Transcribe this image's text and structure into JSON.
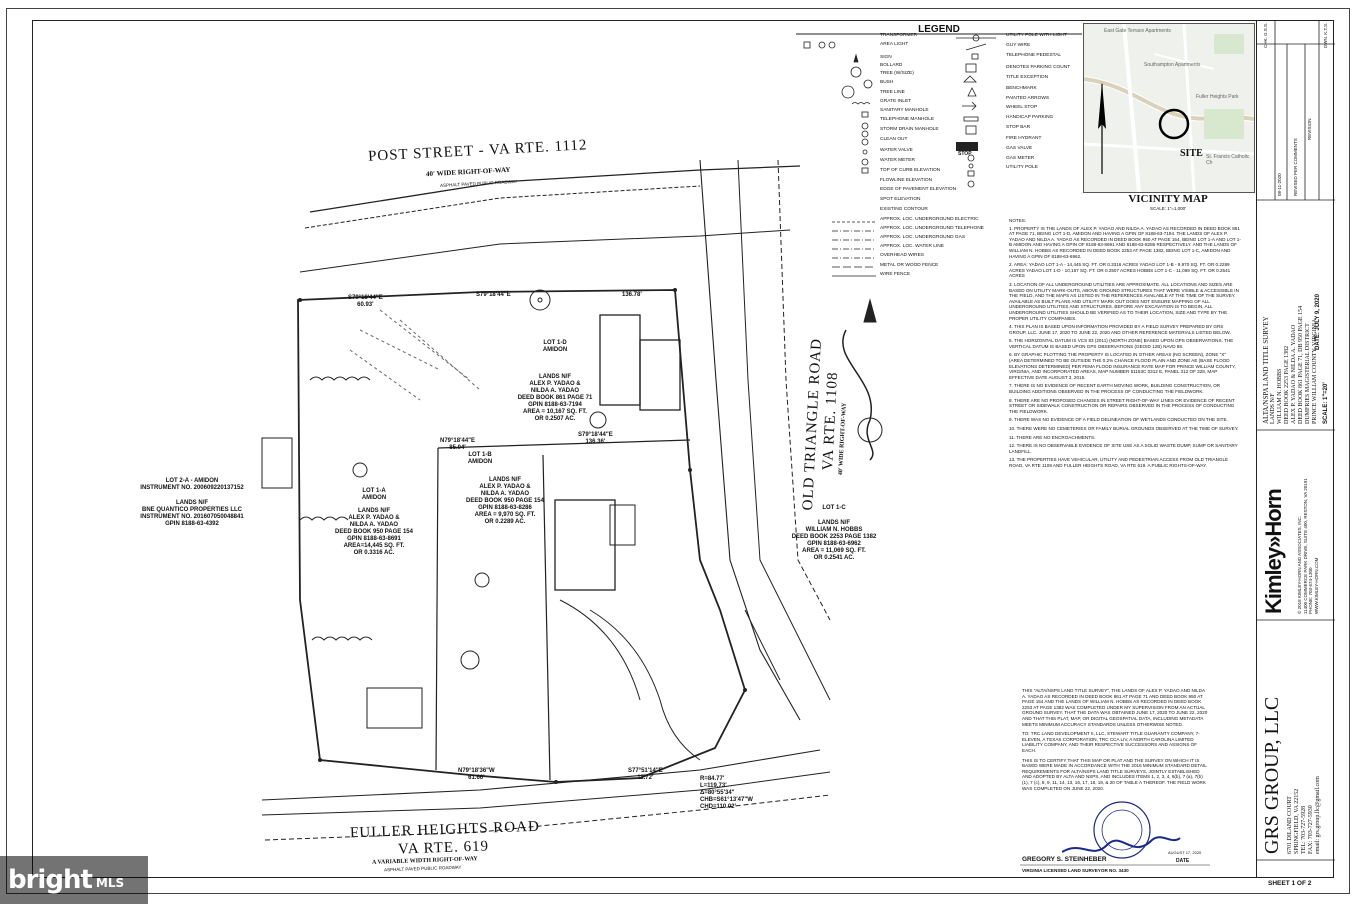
{
  "legend": {
    "title": "LEGEND",
    "left_items": [
      "TRANSFORMER",
      "AREA LIGHT",
      "SIGN",
      "BOLLARD",
      "TREE (W/SIZE)",
      "BUSH",
      "TREE LINE",
      "GRATE INLET",
      "SANITARY MANHOLE",
      "TELEPHONE MANHOLE",
      "STORM DRAIN MANHOLE",
      "CLEAN OUT",
      "WATER VALVE",
      "WATER METER",
      "TOP OF CURB ELEVATION",
      "FLOWLINE ELEVATION",
      "EDGE OF PAVEMENT ELEVATION",
      "SPOT ELEVATION",
      "EXISTING CONTOUR",
      "APPROX. LOC. UNDERGROUND ELECTRIC",
      "APPROX. LOC. UNDERGROUND TELEPHONE",
      "APPROX. LOC. UNDERGROUND GAS",
      "APPROX. LOC. WATER LINE",
      "OVERHEAD WIRES",
      "METAL OR WOOD FENCE",
      "WIRE FENCE"
    ],
    "right_items": [
      "UTILITY POLE WITH LIGHT",
      "GUY WIRE",
      "TELEPHONE PEDESTAL",
      "DENOTES PARKING COUNT",
      "TITLE EXCEPTION",
      "BENCHMARK",
      "PAINTED ARROWS",
      "WHEEL STOP",
      "HANDICAP PARKING",
      "STOP BAR",
      "FIRE HYDRANT",
      "GAS VALVE",
      "GAS METER",
      "UTILITY POLE"
    ],
    "stop_label": "STOP"
  },
  "vicinity": {
    "title": "VICINITY MAP",
    "scale": "SCALE: 1\"=1,000'",
    "site": "SITE",
    "places": [
      "East Gate Terrace Apartments",
      "Southampton Apartments",
      "Fuller Heights Park",
      "St. Francis Catholic Ch"
    ]
  },
  "streets": {
    "post_street": "POST STREET - VA RTE. 1112",
    "post_row": "40' WIDE RIGHT-OF-WAY",
    "post_paved": "ASPHALT PAVED PUBLIC ROADWAY",
    "old_triangle_1": "OLD TRIANGLE ROAD",
    "old_triangle_2": "VA RTE. 1108",
    "old_triangle_row": "40' WIDE RIGHT-OF-WAY",
    "fuller_1": "FULLER HEIGHTS ROAD",
    "fuller_2": "VA RTE. 619",
    "fuller_row": "A VARIABLE WIDTH RIGHT-OF-WAY",
    "fuller_paved": "ASPHALT PAVED PUBLIC ROADWAY"
  },
  "parcels": {
    "lot1d": [
      "LOT 1-D",
      "AMIDON",
      "LANDS N/F",
      "ALEX P. YADAO &",
      "NILDA A. YADAO",
      "DEED BOOK 861 PAGE 71",
      "GPIN 8188-63-7194",
      "AREA = 10,167 SQ. FT.",
      "OR 0.2507 AC."
    ],
    "lot1b": [
      "LOT 1-B",
      "AMIDON"
    ],
    "lot1a": [
      "LOT 1-A",
      "AMIDON",
      "LANDS N/F",
      "ALEX P. YADAO &",
      "NILDA A. YADAO",
      "DEED BOOK 950 PAGE 154",
      "GPIN 8188-63-8691",
      "AREA=14,445 SQ. FT.",
      "OR 0.3316 AC."
    ],
    "lot1b_area": [
      "LANDS N/F",
      "ALEX P. YADAO &",
      "NILDA A. YADAO",
      "DEED BOOK 950 PAGE 154",
      "GPIN 8188-63-8286",
      "AREA = 9,970 SQ. FT.",
      "OR 0.2289 AC."
    ],
    "lot1c": [
      "LOT 1-C",
      "LANDS N/F",
      "WILLIAM N. HOBBS",
      "DEED BOOK 2253 PAGE 1382",
      "GPIN 8188-63-6962",
      "AREA = 11,069 SQ. FT.",
      "OR 0.2541 AC."
    ],
    "lot2a": [
      "LOT 2-A - AMIDON",
      "INSTRUMENT NO. 200609220137152",
      "LANDS N/F",
      "BNE QUANTICO PROPERTIES LLC",
      "INSTRUMENT NO. 201607050048841",
      "GPIN 8188-63-4392"
    ]
  },
  "bearings": {
    "b1": "S79°18'44\"E",
    "b1d": "60.93'",
    "b2": "S79°18'44\"E",
    "b2d": "136.78'",
    "b3": "S79°18'44\"E",
    "b3d": "136.36'",
    "b4": "N79°18'44\"E",
    "b4d": "85.04'",
    "b5": "N79°18'36\"W",
    "b5d": "61.66'",
    "b6": "S77°51'14\"E",
    "b6d": "11.72'",
    "curve": [
      "R=84.77'",
      "L=119.73'",
      "Δ=80°55'34\"",
      "CHB=S61°13'47\"W",
      "CHD=110.02'"
    ]
  },
  "notes": {
    "header": "NOTES:",
    "items": [
      "1.  PROPERTY IS THE LANDS OF ALEX P. YADAO AND NILDA A. YADAO AS RECORDED IN DEED BOOK 861 AT PAGE 71, BEING LOT 1-D, AMIDON AND HAVING A GPIN OF 8188-63-7194. THE LANDS OF ALEX P. YADAO AND NILDA A. YADAO AS RECORDED IN DEED BOOK 950 AT PAGE 154, BEING LOT 1-A AND LOT 1-B AMIDON AND HAVING A GPIN OF 8188-63-8691 AND 8188-63-8286 RESPECTIVELY. AND THE LANDS OF WILLIAM N. HOBBS AS RECORDED IN DEED BOOK 2253 AT PAGE 1382, BEING LOT 1-C, AMIDON AND HAVING A GPIN OF 8188-63-6962.",
      "2.  AREA: YADAO LOT 1-A - 14,445 SQ. FT. OR 0.3316 ACRES   YADAO LOT 1-B - 9,970 SQ. FT. OR 0.2289 ACRES   YADAO LOT 1-D - 10,167 SQ. FT. OR 0.2507 ACRES   HOBBS LOT 1-C - 11,069 SQ. FT. OR 0.2541 ACRES",
      "3.  LOCATION OF ALL UNDERGROUND UTILITIES ARE APPROXIMATE. ALL LOCATIONS AND SIZES ARE BASED ON UTILITY MARK-OUTS, ABOVE GROUND STRUCTURES THAT WERE VISIBLE & ACCESSIBLE IN THE FIELD, AND THE MAPS AS LISTED IN THE REFERENCES AVAILABLE AT THE TIME OF THE SURVEY. AVAILABLE AS BUILT PLANS AND UTILITY MARK OUT DOES NOT ENSURE MAPPING OF ALL UNDERGROUND UTILITIES AND STRUCTURES. BEFORE ANY EXCAVATION IS TO BEGIN, ALL UNDERGROUND UTILITIES SHOULD BE VERIFIED AS TO THEIR LOCATION, SIZE AND TYPE BY THE PROPER UTILITY COMPANIES.",
      "4.  THIS PLAN IS BASED UPON INFORMATION PROVIDED BY A FIELD SURVEY PREPARED BY GRS GROUP, LLC. JUNE 17, 2020 TO JUNE 22, 2020 AND OTHER REFERENCE MATERIALS LISTED BELOW.",
      "5.  THE HORIZONTAL DATUM IS VCS 83 (2011) (NORTH ZONE) BASED UPON GPS OBSERVATIONS. THE VERTICAL DATUM IS BASED UPON GPS OBSERVATIONS (GEOID 12B) NAVD 88.",
      "6.  BY GRAPHIC PLOTTING THE PROPERTY IS LOCATED IN OTHER AREAS (NO SCREEN), ZONE \"X\" (AREA DETERMINED TO BE OUTSIDE THE 0.2% CHANCE FLOOD PLAIN AND ZONE AE (BASE FLOOD ELEVATIONS DETERMINED) PER FEMA FLOOD INSURANCE RATE MAP FOR PRINCE WILLIAM COUNTY, VIRGINIA, AND INCORPORATED AREAS, MAP NUMBER 51153C 0312 E, PANEL 312 OF 328, MAP EFFECTIVE DATE AUGUST 3, 2015.",
      "7.  THERE IS NO EVIDENCE OF RECENT EARTH MOVING WORK, BUILDING CONSTRUCTION, OR BUILDING ADDITIONS OBSERVED IN THE PROCESS OF CONDUCTING THE FIELDWORK.",
      "8.  THERE ARE NO PROPOSED CHANGES IN STREET RIGHT-OF-WAY LINES OR EVIDENCE OF RECENT STREET OR SIDEWALK CONSTRUCTION OR REPAIRS OBSERVED IN THE PROCESS OF CONDUCTING THE FIELDWORK.",
      "9.  THERE WAS NO EVIDENCE OF A FIELD DELINEATION OF WETLANDS CONDUCTED ON THE SITE.",
      "10.  THERE WERE NO CEMETERIES OR FAMILY BURIAL GROUNDS OBSERVED AT THE TIME OF SURVEY.",
      "11.  THERE ARE NO ENCROACHMENTS.",
      "12.  THERE IS NO OBSERVABLE EVIDENCE OF SITE USE AS A SOLID WASTE DUMP, SUMP OR SANITARY LANDFILL.",
      "13.  THE PROPERTIES HAVE VEHICULAR, UTILITY AND PEDESTRIAN ACCESS FROM OLD TRIANGLE ROAD, VA RTE 1108 AND FULLER HEIGHTS ROAD, VA RTE 619. A PUBLIC RIGHTS-OF-WAY."
    ]
  },
  "certification": [
    "THIS \"ALTA/NSPS LAND TITLE SURVEY\", THE LANDS OF ALEX P. YADAO AND NILDA A. YADAO AS RECORDED IN DEED BOOK 861 AT PAGE 71 AND DEED BOOK 950 AT PAGE 154 AND THE LANDS OF WILLIAM N. HOBBS AS RECORDED IN DEED BOOK 2253 AT PAGE 1382 WAS COMPLETED UNDER MY SUPERVISION FROM AN ACTUAL GROUND SURVEY. THAT THE DATA WAS OBTAINED JUNE 17, 2020 TO JUNE 22, 2020 AND THAT THIS PLAT, MAP, OR DIGITAL GEOSPATIAL DATA, INCLUDING METADATA MEETS MINIMUM ACCURACY STANDARDS UNLESS OTHERWISE NOTED.",
    "TO: TRC LAND DEVELOPMENT II, LLC, STEWART TITLE GUARANTY COMPANY, 7-ELEVEN, A TEXAS CORPORATION, TRC CCA LIV, A NORTH CAROLINA LIMITED LIABILITY COMPANY, AND THEIR RESPECTIVE SUCCESSORS AND ASSIGNS OF EACH.",
    "THIS IS TO CERTIFY THAT THIS MAP OR PLAT AND THE SURVEY ON WHICH IT IS BASED WERE MADE IN ACCORDANCE WITH THE 2016 MINIMUM STANDARD DETAIL REQUIREMENTS FOR ALTA/NSPS LAND TITLE SURVEYS, JOINTLY ESTABLISHED AND ADOPTED BY ALTA AND NSPS, AND INCLUDES ITEMS 1, 2, 3, 4, 6(b), 7 (a), 7(b)(1), 7 (c), 8, 9, 11, 14, 13, 16, 17, 18, 19, & 20 OF TABLE A THEREOF. THE FIELD WORK WAS COMPLETED ON JUNE 22, 2020."
  ],
  "signature": {
    "name": "GREGORY S. STEINHEBER",
    "date_label": "DATE",
    "date_value": "AUGUST 17, 2020",
    "license": "VIRGINIA LICENSED LAND SURVEYOR NO. 3430"
  },
  "title_block": {
    "firm": "GRS GROUP, LLC",
    "firm_address": [
      "6701 DILAND COURT",
      "SPRINGFIELD, VA 22152",
      "TEL: 703-727-5928",
      "FAX: 703-727-5930",
      "email: grs.group.llc@gmail.com"
    ],
    "kimley": "Kimley»Horn",
    "kimley_address": [
      "© 2018 KIMLEY-HORN AND ASSOCIATES, INC.",
      "11400 COMMERCE PARK DRIVE, SUITE 400, RESTON, VA 20191",
      "PHONE: 703-674-1300",
      "WWW.KIMLEY-HORN.COM"
    ],
    "project": [
      "ALTA/NSPA LAND TITLE SURVEY",
      "LANDS N/F",
      "WILLIAM N. HOBBS",
      "DEED BOOK 2253 PAGE 1382",
      "ALEX P. YADAO & NILDA A. YADAO",
      "DEED BOOK 861 PAGE 71, DB 950 PAGE 154",
      "DUMFRIES MAGISTERIAL DISTRICT",
      "PRINCE WILLIAM COUNTY, VIRGINIA"
    ],
    "date": "DATE: JULY 9, 2020",
    "scale": "SCALE: 1\"=20'",
    "revision": "REVISED PER COMMENTS",
    "revision_date": "08-11-2020",
    "revision_label": "REVISION",
    "sheet": "SHEET 1 OF 2",
    "checks": [
      "CHK. G.S.S.",
      "DWN. K.T.S."
    ]
  },
  "watermark": {
    "big": "bright",
    "small": "MLS"
  }
}
